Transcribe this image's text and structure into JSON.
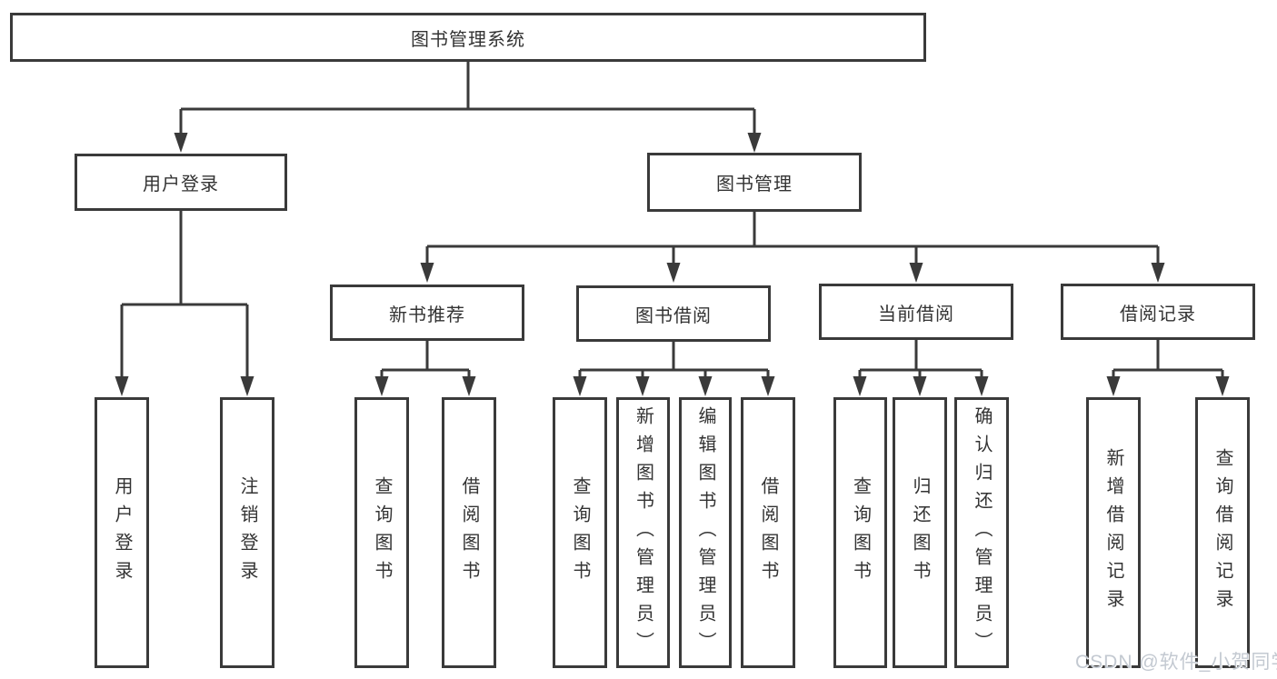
{
  "colors": {
    "line": "#3a3a3a",
    "box_border": "#3a3a3a",
    "text": "#333333",
    "background": "#ffffff",
    "watermark_text_color": "#c3c9d1"
  },
  "watermark": {
    "text": "CSDN @软件_小贺同学"
  },
  "tree": {
    "root": {
      "label": "图书管理系统"
    },
    "branches": [
      {
        "label": "用户登录",
        "children": [
          {
            "label": "用户登录"
          },
          {
            "label": "注销登录"
          }
        ]
      },
      {
        "label": "图书管理",
        "children": [
          {
            "label": "新书推荐",
            "children": [
              {
                "label": "查询图书"
              },
              {
                "label": "借阅图书"
              }
            ]
          },
          {
            "label": "图书借阅",
            "children": [
              {
                "label": "查询图书"
              },
              {
                "label": "新增图书（管理员）"
              },
              {
                "label": "编辑图书（管理员）"
              },
              {
                "label": "借阅图书"
              }
            ]
          },
          {
            "label": "当前借阅",
            "children": [
              {
                "label": "查询图书"
              },
              {
                "label": "归还图书"
              },
              {
                "label": "确认归还（管理员）"
              }
            ]
          },
          {
            "label": "借阅记录",
            "children": [
              {
                "label": "新增借阅记录"
              },
              {
                "label": "查询借阅记录"
              }
            ]
          }
        ]
      }
    ]
  }
}
